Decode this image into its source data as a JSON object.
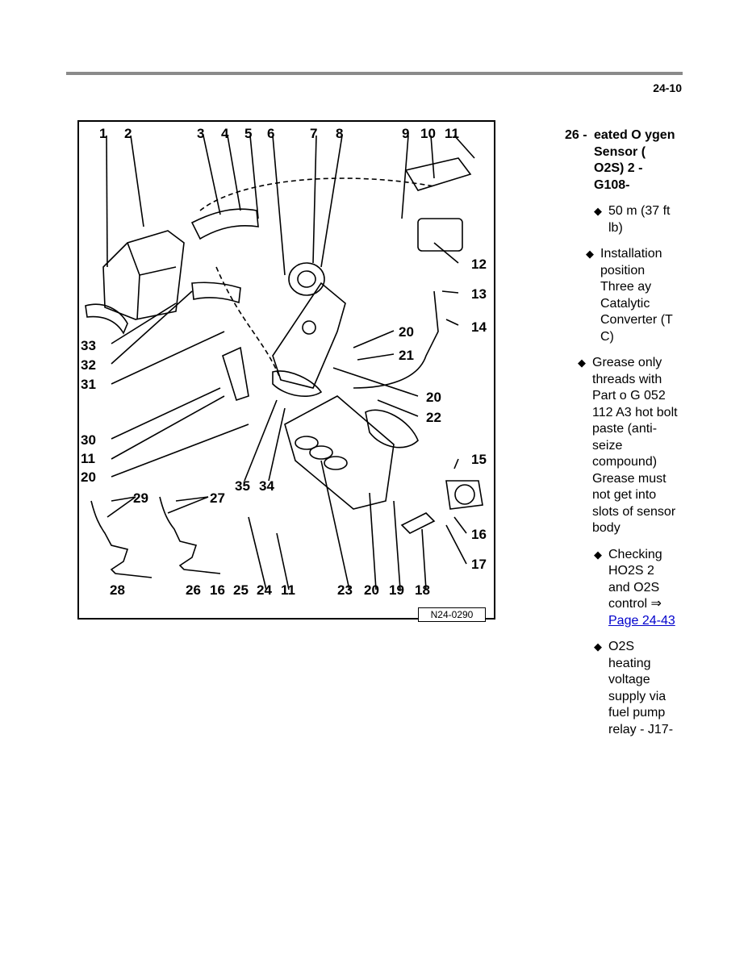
{
  "header": {
    "page_number": "24-10"
  },
  "figure": {
    "figure_id": "N24-0290",
    "callouts_top": [
      "1",
      "2",
      "3",
      "4",
      "5",
      "6",
      "7",
      "8",
      "9",
      "10",
      "11"
    ],
    "callouts_right": [
      "12",
      "13",
      "14",
      "20",
      "21",
      "20",
      "22",
      "15",
      "16",
      "17"
    ],
    "callouts_left": [
      "33",
      "32",
      "31",
      "30",
      "11",
      "20"
    ],
    "callouts_mid": [
      "35",
      "34",
      "29",
      "27"
    ],
    "callouts_bottom": [
      "28",
      "26",
      "16",
      "25",
      "24",
      "11",
      "23",
      "20",
      "19",
      "18"
    ]
  },
  "item": {
    "number": "26 -",
    "title": "eated O ygen Sensor ( O2S) 2 - G108-",
    "bullets": [
      {
        "text": "50 m (37 ft lb)"
      },
      {
        "text": "Installation position Three ay Catalytic Converter (T C)"
      },
      {
        "text": "Grease only threads with Part o G 052 112 A3 hot bolt paste (anti-seize compound) Grease must not get into slots of sensor body"
      },
      {
        "text": "Checking HO2S 2 and O2S control ⇒",
        "link": "Page 24-43"
      },
      {
        "text": "O2S heating voltage supply via fuel pump relay - J17-"
      }
    ]
  },
  "icons": {
    "bullet": "diamond-icon",
    "arrow": "double-arrow-right"
  }
}
